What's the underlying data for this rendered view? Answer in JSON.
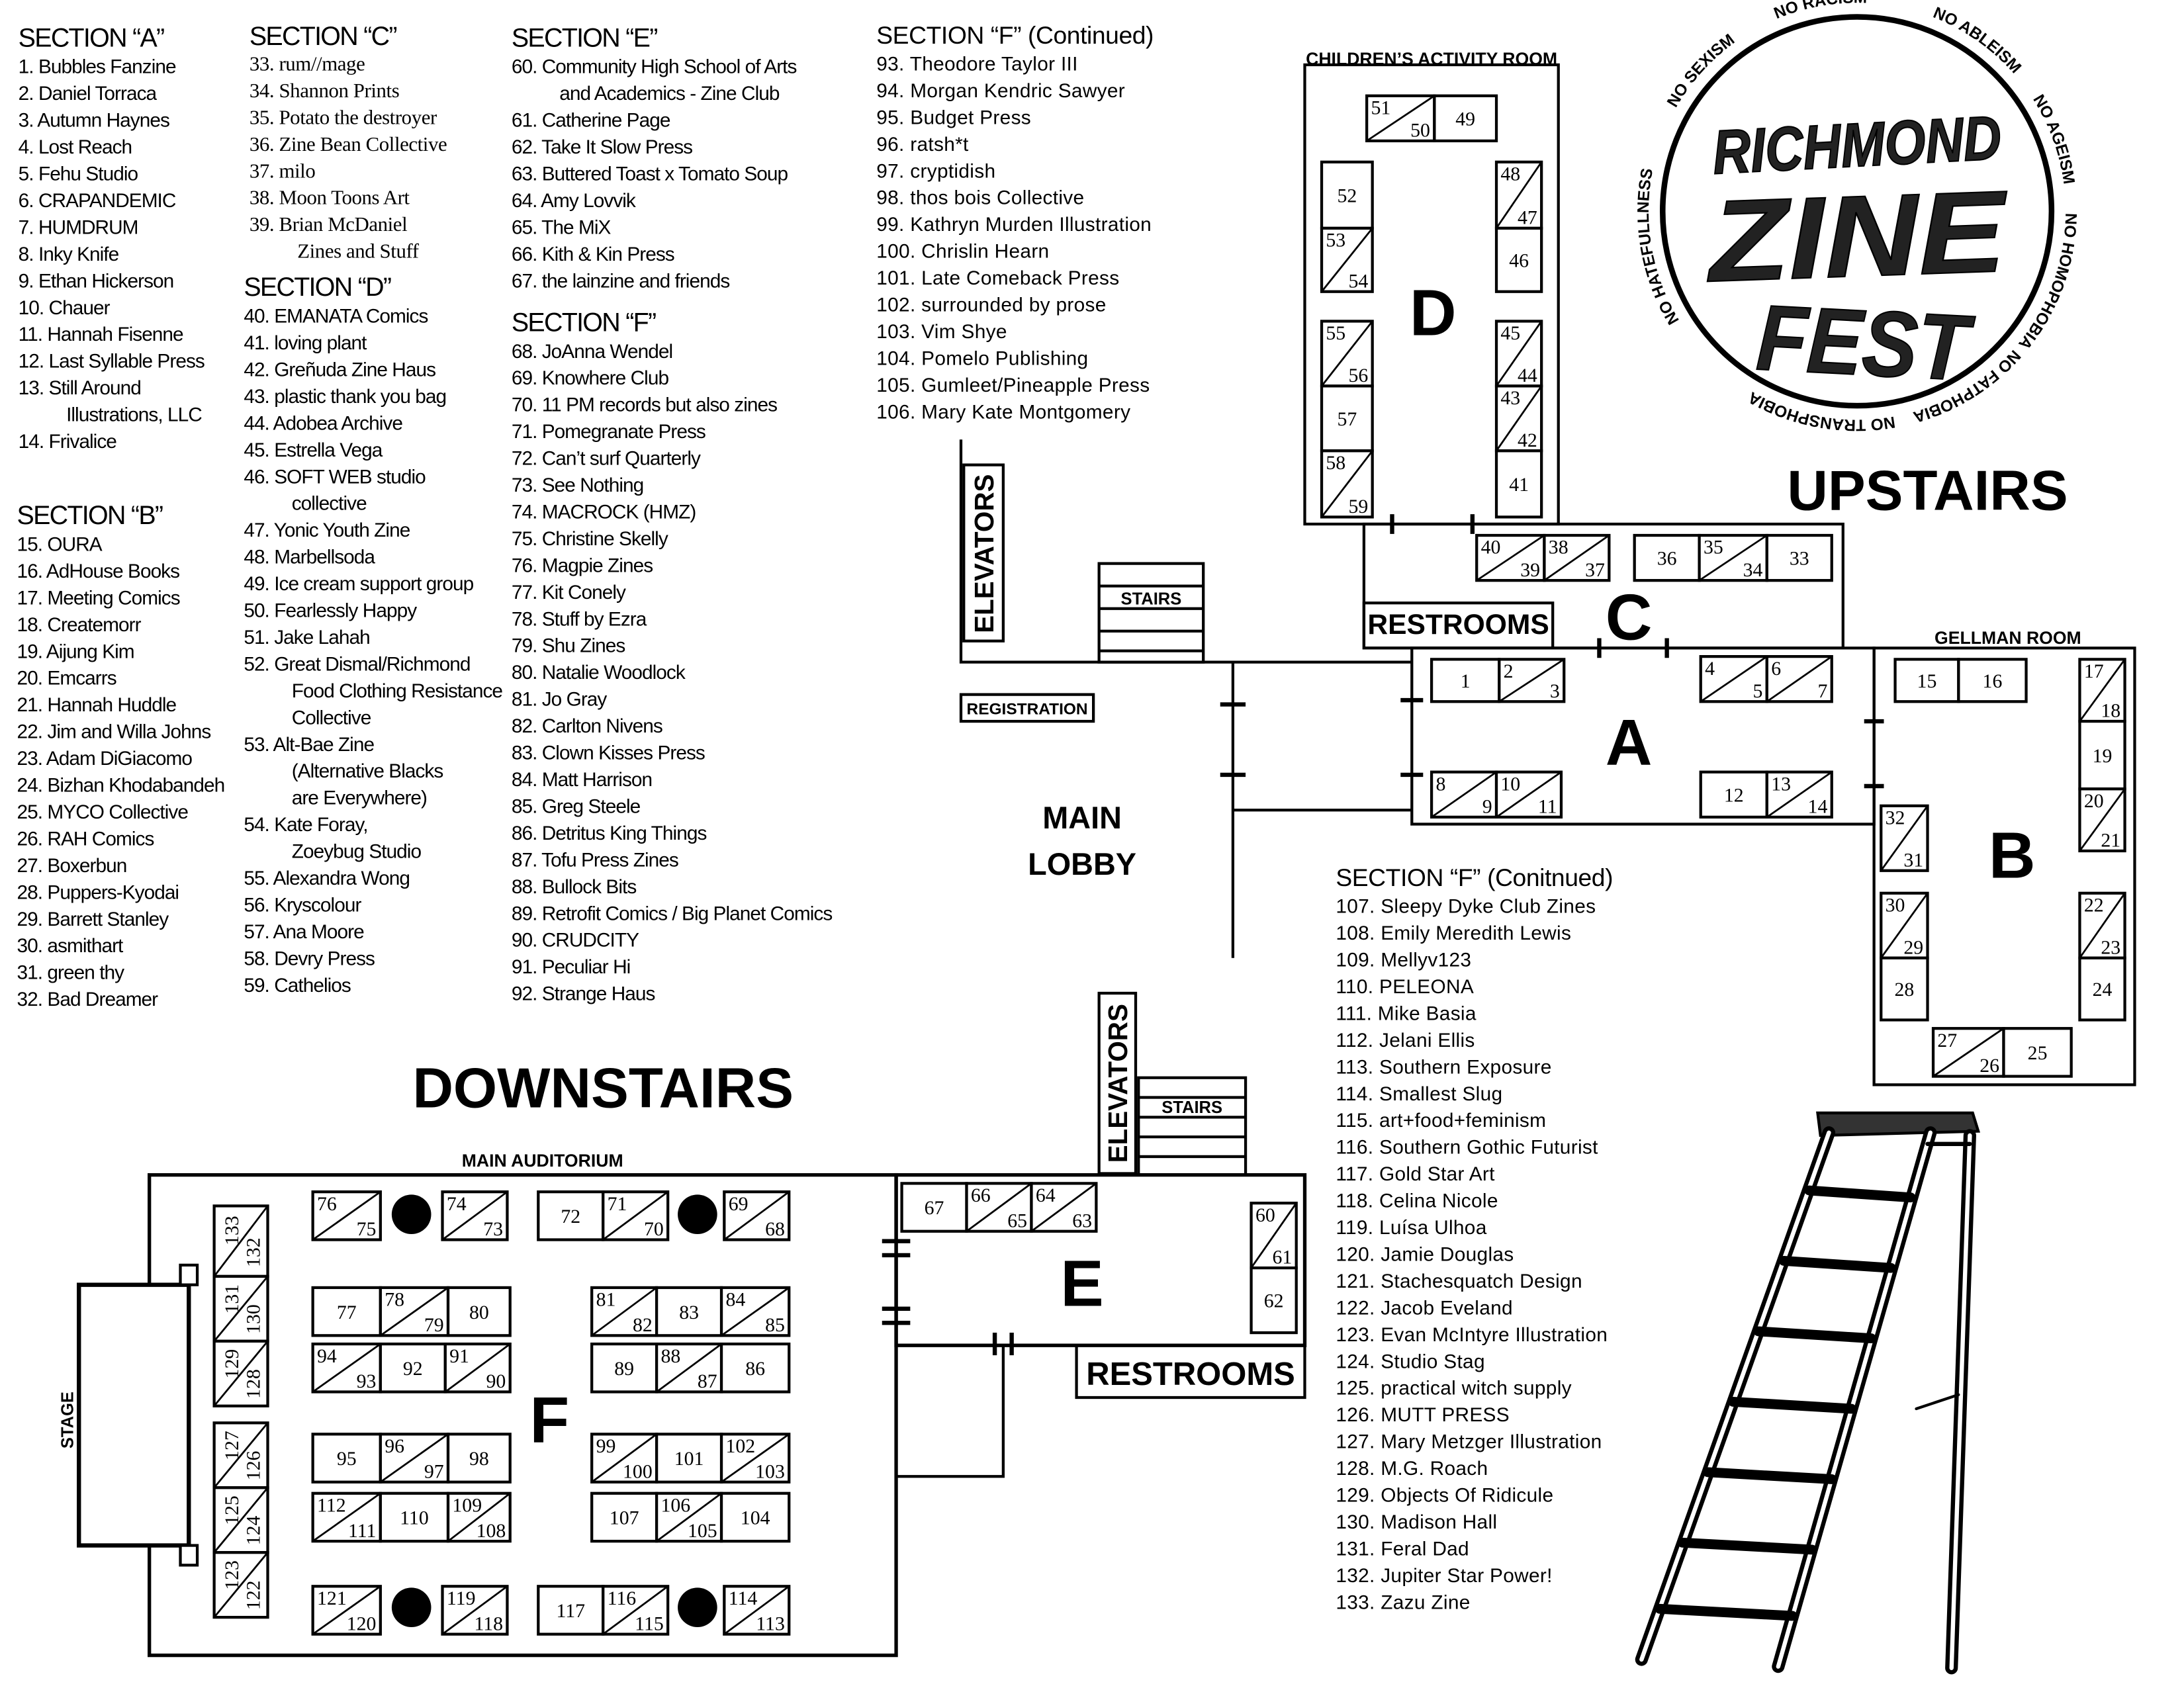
{
  "logo": {
    "line1": "RICHMOND",
    "line2": "ZINE",
    "line3": "FEST",
    "slogans": [
      "NO RACISM",
      "NO ABLEISM",
      "NO AGEISM",
      "NO HOMOPHOBIA",
      "NO FATPHOBIA",
      "NO TRANSPHOBIA",
      "NO HATEFULLNESS",
      "NO SEXISM"
    ]
  },
  "map": {
    "upstairs": "UPSTAIRS",
    "downstairs": "DOWNSTAIRS",
    "children_room": "CHILDREN’S ACTIVITY ROOM",
    "gellman_room": "GELLMAN ROOM",
    "main_auditorium": "MAIN AUDITORIUM",
    "stage": "STAGE",
    "elevators": "ELEVATORS",
    "stairs": "STAIRS",
    "restrooms": "RESTROOMS",
    "registration": "REGISTRATION",
    "lobby_line1": "MAIN",
    "lobby_line2": "LOBBY",
    "sections": {
      "A": "A",
      "B": "B",
      "C": "C",
      "D": "D",
      "E": "E",
      "F": "F"
    },
    "booths": [
      [
        "51",
        "50"
      ],
      [
        "49"
      ],
      [
        "52"
      ],
      [
        "53",
        "54"
      ],
      [
        "55",
        "56"
      ],
      [
        "57"
      ],
      [
        "58",
        "59"
      ],
      [
        "48",
        "47"
      ],
      [
        "46"
      ],
      [
        "45",
        "44"
      ],
      [
        "43",
        "42"
      ],
      [
        "41"
      ],
      [
        "40",
        "39"
      ],
      [
        "38",
        "37"
      ],
      [
        "36"
      ],
      [
        "35",
        "34"
      ],
      [
        "33"
      ],
      [
        "1"
      ],
      [
        "2",
        "3"
      ],
      [
        "4",
        "5"
      ],
      [
        "6",
        "7"
      ],
      [
        "8",
        "9"
      ],
      [
        "10",
        "11"
      ],
      [
        "12"
      ],
      [
        "13",
        "14"
      ],
      [
        "15"
      ],
      [
        "16"
      ],
      [
        "17",
        "18"
      ],
      [
        "19"
      ],
      [
        "20",
        "21"
      ],
      [
        "22",
        "23"
      ],
      [
        "24"
      ],
      [
        "32",
        "31"
      ],
      [
        "30",
        "29"
      ],
      [
        "28"
      ],
      [
        "27",
        "26"
      ],
      [
        "25"
      ],
      [
        "67"
      ],
      [
        "66",
        "65"
      ],
      [
        "64",
        "63"
      ],
      [
        "60",
        "61"
      ],
      [
        "62"
      ],
      [
        "76",
        "75"
      ],
      [
        "74",
        "73"
      ],
      [
        "72"
      ],
      [
        "71",
        "70"
      ],
      [
        "69",
        "68"
      ],
      [
        "77"
      ],
      [
        "78",
        "79"
      ],
      [
        "80"
      ],
      [
        "81",
        "82"
      ],
      [
        "83"
      ],
      [
        "84",
        "85"
      ],
      [
        "94",
        "93"
      ],
      [
        "92"
      ],
      [
        "91",
        "90"
      ],
      [
        "89"
      ],
      [
        "88",
        "87"
      ],
      [
        "86"
      ],
      [
        "95"
      ],
      [
        "96",
        "97"
      ],
      [
        "98"
      ],
      [
        "99",
        "100"
      ],
      [
        "101"
      ],
      [
        "102",
        "103"
      ],
      [
        "112",
        "111"
      ],
      [
        "110"
      ],
      [
        "109",
        "108"
      ],
      [
        "107"
      ],
      [
        "106",
        "105"
      ],
      [
        "104"
      ],
      [
        "121",
        "120"
      ],
      [
        "119",
        "118"
      ],
      [
        "117"
      ],
      [
        "116",
        "115"
      ],
      [
        "114",
        "113"
      ],
      [
        "133",
        "132"
      ],
      [
        "131",
        "130"
      ],
      [
        "129",
        "128"
      ],
      [
        "127",
        "126"
      ],
      [
        "125",
        "124"
      ],
      [
        "123",
        "122"
      ]
    ]
  },
  "lists": [
    {
      "title": "SECTION “A”",
      "items": [
        {
          "t": "1. Bubbles Fanzine"
        },
        {
          "t": "2. Daniel Torraca"
        },
        {
          "t": "3. Autumn Haynes"
        },
        {
          "t": "4. Lost Reach"
        },
        {
          "t": "5. Fehu Studio"
        },
        {
          "t": "6. CRAPANDEMIC"
        },
        {
          "t": "7. HUMDRUM"
        },
        {
          "t": "8. Inky Knife"
        },
        {
          "t": "9. Ethan Hickerson"
        },
        {
          "t": "10. Chauer"
        },
        {
          "t": "11. Hannah Fisenne"
        },
        {
          "t": "12. Last Syllable Press"
        },
        {
          "t": "13. Still Around",
          "c": "Illustrations, LLC"
        },
        {
          "t": "14. Frivalice"
        }
      ]
    },
    {
      "title": "SECTION “B”",
      "items": [
        {
          "t": "15. OURA"
        },
        {
          "t": "16. AdHouse Books"
        },
        {
          "t": "17. Meeting Comics"
        },
        {
          "t": "18. Createmorr"
        },
        {
          "t": "19. Aijung Kim"
        },
        {
          "t": "20. Emcarrs"
        },
        {
          "t": "21. Hannah Huddle"
        },
        {
          "t": "22. Jim and Willa Johns"
        },
        {
          "t": "23. Adam DiGiacomo"
        },
        {
          "t": "24. Bizhan Khodabandeh"
        },
        {
          "t": "25. MYCO Collective"
        },
        {
          "t": "26. RAH Comics"
        },
        {
          "t": "27. Boxerbun"
        },
        {
          "t": "28. Puppers-Kyodai"
        },
        {
          "t": "29. Barrett Stanley"
        },
        {
          "t": "30. asmithart"
        },
        {
          "t": "31. green thy"
        },
        {
          "t": "32. Bad Dreamer"
        }
      ]
    },
    {
      "title": "SECTION “C”",
      "items": [
        {
          "t": "33. rum//mage"
        },
        {
          "t": "34. Shannon Prints"
        },
        {
          "t": "35. Potato the destroyer"
        },
        {
          "t": "36. Zine Bean Collective"
        },
        {
          "t": "37. milo"
        },
        {
          "t": "38. Moon Toons Art"
        },
        {
          "t": "39. Brian McDaniel",
          "c": "Zines and Stuff"
        }
      ]
    },
    {
      "title": "SECTION “D”",
      "items": [
        {
          "t": "40. EMANATA Comics"
        },
        {
          "t": "41. loving plant"
        },
        {
          "t": "42. Greñuda Zine Haus"
        },
        {
          "t": "43. plastic thank you bag"
        },
        {
          "t": "44. Adobea Archive"
        },
        {
          "t": "45. Estrella Vega"
        },
        {
          "t": "46. SOFT WEB studio",
          "c": "collective"
        },
        {
          "t": "47. Yonic Youth Zine"
        },
        {
          "t": "48. Marbellsoda"
        },
        {
          "t": "49. Ice cream support group"
        },
        {
          "t": "50. Fearlessly Happy"
        },
        {
          "t": "51. Jake Lahah"
        },
        {
          "t": "52. Great Dismal/Richmond",
          "c": "Food Clothing Resistance",
          "c2": "Collective"
        },
        {
          "t": "53. Alt-Bae Zine",
          "c": "(Alternative Blacks",
          "c2": "are Everywhere)"
        },
        {
          "t": "54. Kate Foray,",
          "c": "Zoeybug Studio"
        },
        {
          "t": "55. Alexandra Wong"
        },
        {
          "t": "56. Kryscolour"
        },
        {
          "t": "57. Ana Moore"
        },
        {
          "t": "58. Devry Press"
        },
        {
          "t": "59. Cathelios"
        }
      ]
    },
    {
      "title": "SECTION “E”",
      "items": [
        {
          "t": "60. Community High School of Arts",
          "c": "and Academics - Zine Club"
        },
        {
          "t": "61. Catherine Page"
        },
        {
          "t": "62. Take It Slow Press"
        },
        {
          "t": "63. Buttered Toast x Tomato Soup"
        },
        {
          "t": "64. Amy Lovvik"
        },
        {
          "t": "65. The MiX"
        },
        {
          "t": "66. Kith & Kin Press"
        },
        {
          "t": "67. the lainzine and friends"
        }
      ]
    },
    {
      "title": "SECTION “F”",
      "items": [
        {
          "t": "68. JoAnna Wendel"
        },
        {
          "t": "69. Knowhere Club"
        },
        {
          "t": "70. 11 PM records but also zines"
        },
        {
          "t": "71. Pomegranate Press"
        },
        {
          "t": "72. Can’t surf Quarterly"
        },
        {
          "t": "73. See Nothing"
        },
        {
          "t": "74. MACROCK (HMZ)"
        },
        {
          "t": "75. Christine Skelly"
        },
        {
          "t": "76. Magpie Zines"
        },
        {
          "t": "77. Kit Conely"
        },
        {
          "t": "78. Stuff by Ezra"
        },
        {
          "t": "79. Shu Zines"
        },
        {
          "t": "80. Natalie Woodlock"
        },
        {
          "t": "81. Jo Gray"
        },
        {
          "t": "82. Carlton Nivens"
        },
        {
          "t": "83. Clown Kisses Press"
        },
        {
          "t": "84. Matt Harrison"
        },
        {
          "t": "85. Greg Steele"
        },
        {
          "t": "86. Detritus King Things"
        },
        {
          "t": "87. Tofu Press Zines"
        },
        {
          "t": "88. Bullock Bits"
        },
        {
          "t": "89. Retrofit Comics / Big Planet Comics"
        },
        {
          "t": "90. CRUDCITY"
        },
        {
          "t": "91. Peculiar Hi"
        },
        {
          "t": "92. Strange Haus"
        }
      ]
    },
    {
      "title": "SECTION “F” (Continued)",
      "items": [
        {
          "t": "93. Theodore Taylor III"
        },
        {
          "t": "94. Morgan Kendric Sawyer"
        },
        {
          "t": "95. Budget Press"
        },
        {
          "t": "96. ratsh*t"
        },
        {
          "t": "97. cryptidish"
        },
        {
          "t": "98. thos bois Collective"
        },
        {
          "t": "99. Kathryn Murden Illustration"
        },
        {
          "t": "100. Chrislin Hearn"
        },
        {
          "t": "101. Late Comeback Press"
        },
        {
          "t": "102. surrounded by prose"
        },
        {
          "t": "103. Vim Shye"
        },
        {
          "t": "104. Pomelo Publishing"
        },
        {
          "t": "105. Gumleet/Pineapple Press"
        },
        {
          "t": "106. Mary Kate Montgomery"
        }
      ]
    },
    {
      "title": "SECTION “F” (Conitnued)",
      "items": [
        {
          "t": "107. Sleepy Dyke Club Zines"
        },
        {
          "t": "108. Emily Meredith Lewis"
        },
        {
          "t": "109. Mellyv123"
        },
        {
          "t": "110. PELEONA"
        },
        {
          "t": "111. Mike Basia"
        },
        {
          "t": "112. Jelani Ellis"
        },
        {
          "t": "113. Southern Exposure"
        },
        {
          "t": "114. Smallest Slug"
        },
        {
          "t": "115. art+food+feminism"
        },
        {
          "t": "116. Southern Gothic Futurist"
        },
        {
          "t": "117. Gold Star Art"
        },
        {
          "t": "118. Celina Nicole"
        },
        {
          "t": "119. Luísa Ulhoa"
        },
        {
          "t": "120. Jamie Douglas"
        },
        {
          "t": "121. Stachesquatch Design"
        },
        {
          "t": "122. Jacob Eveland"
        },
        {
          "t": "123. Evan McIntyre Illustration"
        },
        {
          "t": "124. Studio Stag"
        },
        {
          "t": "125. practical witch supply"
        },
        {
          "t": "126. MUTT PRESS"
        },
        {
          "t": "127. Mary Metzger Illustration"
        },
        {
          "t": "128. M.G. Roach"
        },
        {
          "t": "129. Objects Of Ridicule"
        },
        {
          "t": "130. Madison Hall"
        },
        {
          "t": "131. Feral Dad"
        },
        {
          "t": "132. Jupiter Star Power!"
        },
        {
          "t": "133. Zazu Zine"
        }
      ]
    }
  ]
}
